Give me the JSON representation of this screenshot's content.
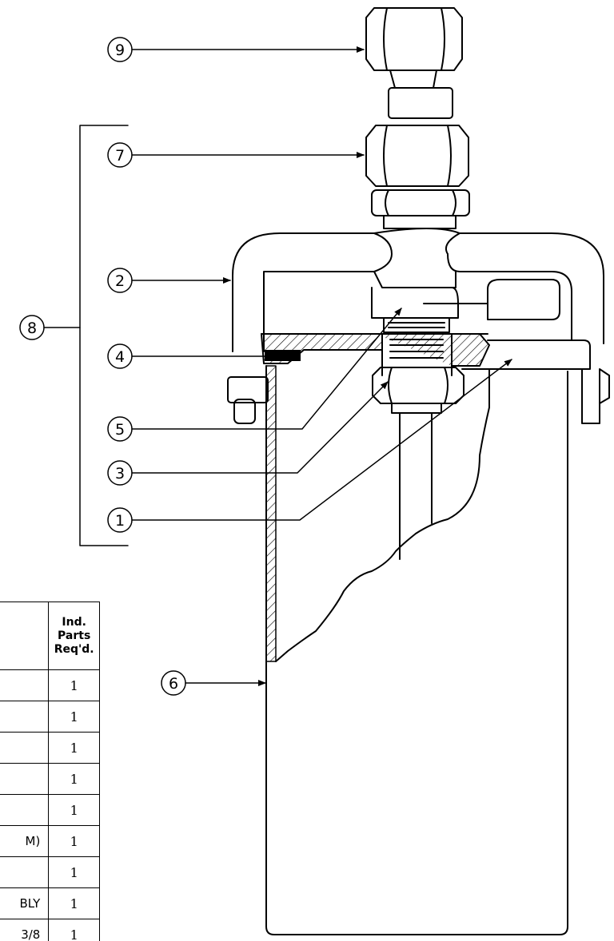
{
  "callouts": [
    "9",
    "7",
    "2",
    "8",
    "4",
    "5",
    "3",
    "1",
    "6"
  ],
  "table": {
    "header_qty": "Ind. Parts Req'd.",
    "header_qty_lines": [
      "Ind.",
      "Parts",
      "Req'd."
    ],
    "rows": [
      {
        "desc": "",
        "qty": "1"
      },
      {
        "desc": "",
        "qty": "1"
      },
      {
        "desc": "",
        "qty": "1"
      },
      {
        "desc": "",
        "qty": "1"
      },
      {
        "desc": "",
        "qty": "1"
      },
      {
        "desc": "M)",
        "qty": "1"
      },
      {
        "desc": "",
        "qty": "1"
      },
      {
        "desc": "BLY",
        "qty": "1"
      },
      {
        "desc": "3/8",
        "qty": "1"
      }
    ]
  }
}
